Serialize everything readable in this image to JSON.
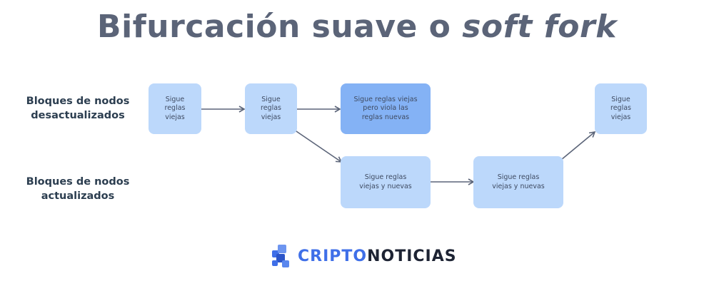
{
  "title": {
    "main": "Bifurcación suave o ",
    "italic": "soft fork"
  },
  "rows": {
    "outdated": "Bloques de nodos\ndesactualizados",
    "updated": "Bloques de nodos\nactualizados"
  },
  "blocks": {
    "b1": "Sigue\nreglas\nviejas",
    "b2": "Sigue\nreglas\nviejas",
    "b3": "Sigue reglas viejas\npero viola las\nreglas nuevas",
    "b4": "Sigue reglas\nviejas y nuevas",
    "b5": "Sigue reglas\nviejas y nuevas",
    "b6": "Sigue\nreglas\nviejas"
  },
  "logo": {
    "part1": "CRIPTO",
    "part2": "NOTICIAS"
  },
  "colors": {
    "block": "#bcd8fb",
    "block_highlight": "#84b2f5",
    "arrow": "#5b6478",
    "title": "#5b6478",
    "brand_blue": "#3f6fe8"
  }
}
